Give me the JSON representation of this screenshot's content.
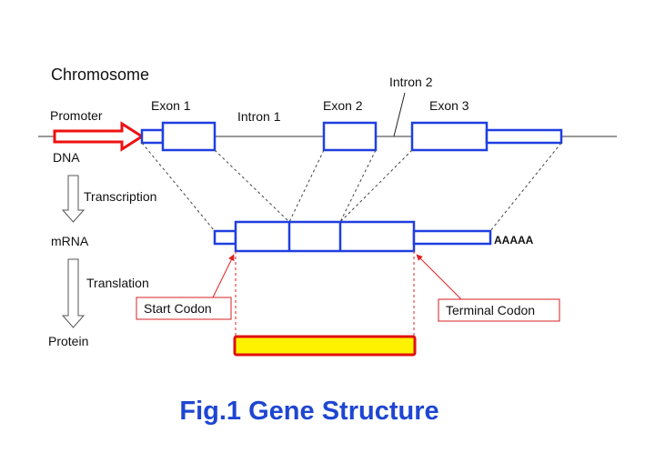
{
  "labels": {
    "chromosome": "Chromosome",
    "promoter": "Promoter",
    "dna": "DNA",
    "transcription": "Transcription",
    "mrna": "mRNA",
    "translation": "Translation",
    "protein": "Protein",
    "exon1": "Exon 1",
    "exon2": "Exon 2",
    "exon3": "Exon 3",
    "intron1": "Intron 1",
    "intron2": "Intron 2",
    "polya": "AAAAA",
    "start_codon": "Start Codon",
    "terminal_codon": "Terminal Codon",
    "caption": "Fig.1 Gene Structure"
  },
  "colors": {
    "exon_stroke": "#1f3fe0",
    "promoter_stroke": "#ee1111",
    "codon_box_stroke": "#d42020",
    "protein_fill": "#fff200",
    "protein_stroke": "#e01010",
    "caption": "#1e46d2",
    "line": "#333333"
  }
}
